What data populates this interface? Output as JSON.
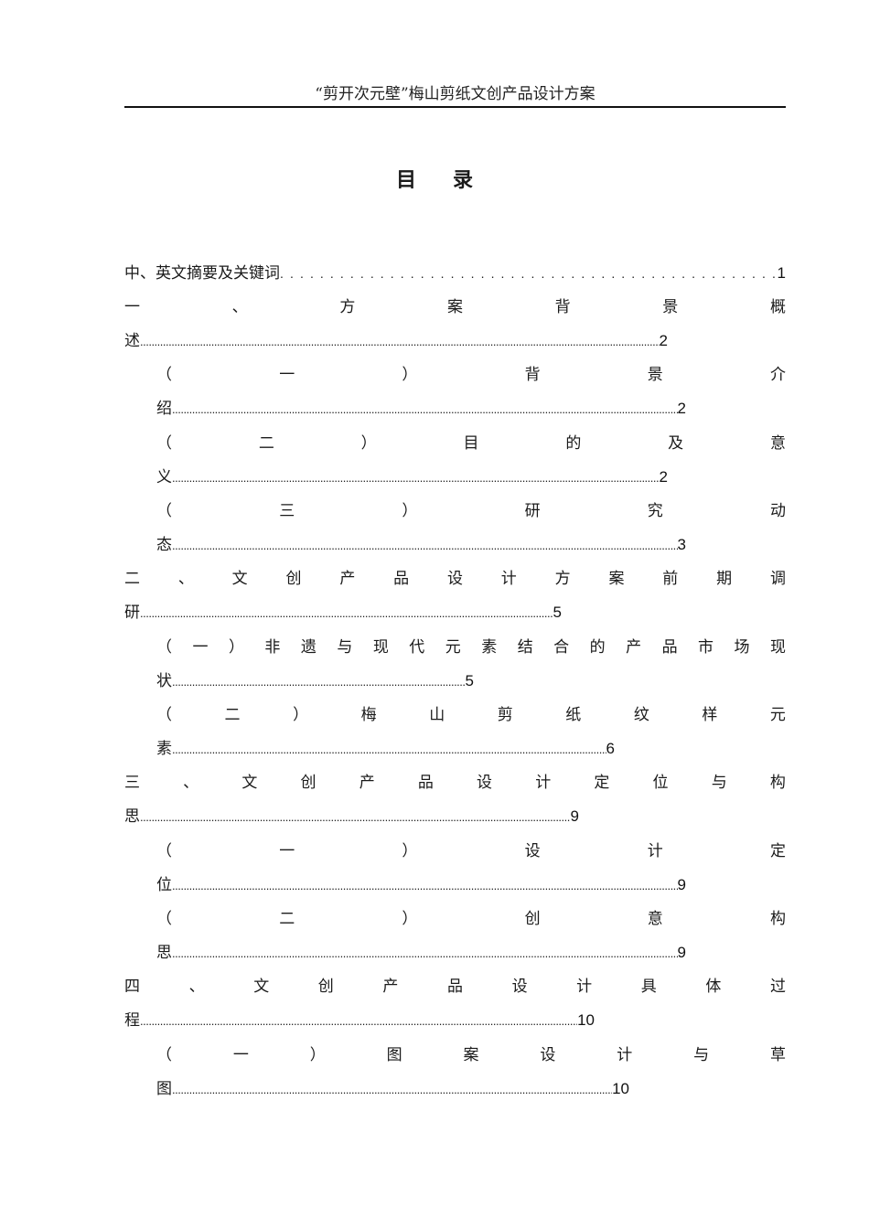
{
  "header": {
    "title": "“剪开次元壁”梅山剪纸文创产品设计方案"
  },
  "toc": {
    "title_chars": [
      "目",
      "录"
    ],
    "entries": [
      {
        "level": 1,
        "text": "中、英文摘要及关键词",
        "page": "1"
      },
      {
        "level": 1,
        "line1": [
          "一",
          "、",
          "方",
          "案",
          "背",
          "景",
          "概"
        ],
        "line2": "述",
        "page": "2",
        "leader_end": 718
      },
      {
        "level": 2,
        "line1": [
          "（",
          "一",
          "）",
          "背",
          "景",
          "介"
        ],
        "line2": "绍",
        "page": "2",
        "leader_end": 738
      },
      {
        "level": 2,
        "line1": [
          "（",
          "二",
          "）",
          "目",
          "的",
          "及",
          "意"
        ],
        "line2": "义",
        "page": "2",
        "leader_end": 718
      },
      {
        "level": 2,
        "line1": [
          "（",
          "三",
          "）",
          "研",
          "究",
          "动"
        ],
        "line2": "态",
        "page": "3",
        "leader_end": 738
      },
      {
        "level": 1,
        "line1": [
          "二",
          "、",
          "文",
          "创",
          "产",
          "品",
          "设",
          "计",
          "方",
          "案",
          "前",
          "期",
          "调"
        ],
        "line2": "研",
        "page": "5",
        "leader_end": 602
      },
      {
        "level": 2,
        "line1": [
          "（",
          "一",
          "）",
          "非",
          "遗",
          "与",
          "现",
          "代",
          "元",
          "素",
          "结",
          "合",
          "的",
          "产",
          "品",
          "市",
          "场",
          "现"
        ],
        "line2": "状",
        "page": "5",
        "leader_end": 506
      },
      {
        "level": 2,
        "line1": [
          "（",
          "二",
          "）",
          "梅",
          "山",
          "剪",
          "纸",
          "纹",
          "样",
          "元"
        ],
        "line2": "素",
        "page": "6",
        "leader_end": 660
      },
      {
        "level": 1,
        "line1": [
          "三",
          "、",
          "文",
          "创",
          "产",
          "品",
          "设",
          "计",
          "定",
          "位",
          "与",
          "构"
        ],
        "line2": "思",
        "page": "9",
        "leader_end": 621
      },
      {
        "level": 2,
        "line1": [
          "（",
          "一",
          "）",
          "设",
          "计",
          "定"
        ],
        "line2": "位",
        "page": "9",
        "leader_end": 738
      },
      {
        "level": 2,
        "line1": [
          "（",
          "二",
          "）",
          "创",
          "意",
          "构"
        ],
        "line2": "思",
        "page": "9",
        "leader_end": 738
      },
      {
        "level": 1,
        "line1": [
          "四",
          "、",
          "文",
          "创",
          "产",
          "品",
          "设",
          "计",
          "具",
          "体",
          "过"
        ],
        "line2": "程",
        "page": "10",
        "leader_end": 638
      },
      {
        "level": 2,
        "line1": [
          "（",
          "一",
          "）",
          "图",
          "案",
          "设",
          "计",
          "与",
          "草"
        ],
        "line2": "图",
        "page": "10",
        "leader_end": 676
      }
    ]
  }
}
